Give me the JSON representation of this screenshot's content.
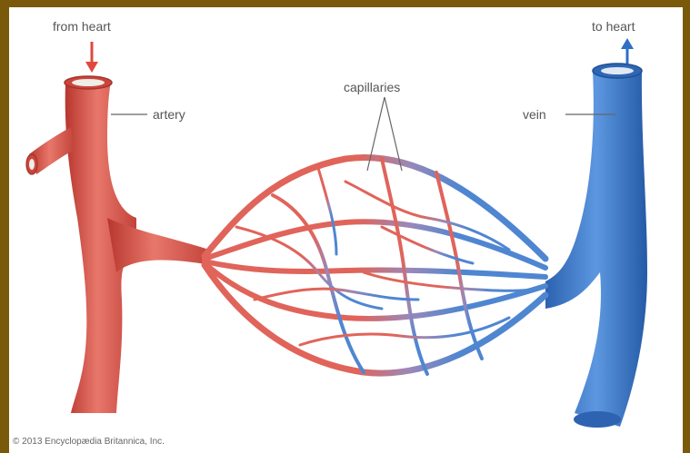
{
  "labels": {
    "from_heart": "from heart",
    "to_heart": "to heart",
    "artery": "artery",
    "vein": "vein",
    "capillaries": "capillaries"
  },
  "copyright": "© 2013 Encyclopædia Britannica, Inc.",
  "colors": {
    "artery": "#d9544a",
    "vein": "#3a78c9",
    "frame": "#7a5a0a"
  }
}
